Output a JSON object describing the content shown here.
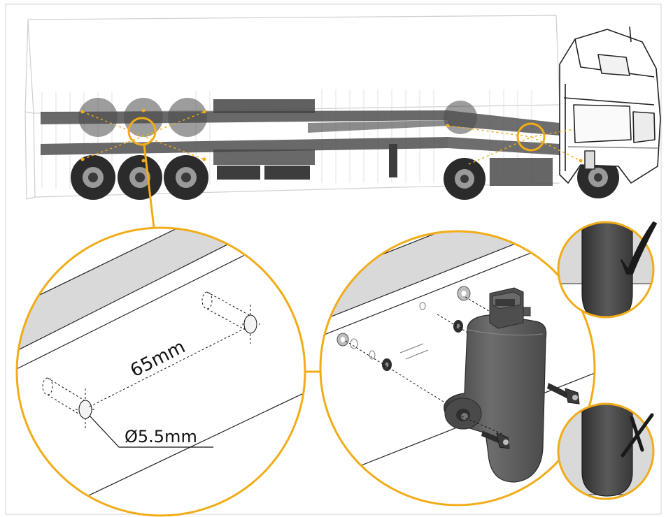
{
  "labels": {
    "spacing": "65mm",
    "hole_diameter": "Ø5.5mm"
  },
  "indicators": {
    "correct": "check-mark",
    "incorrect": "cross-mark"
  },
  "colors": {
    "accent": "#f2ac18",
    "chassis": "#4f4f4f",
    "wheel": "#2b2b2b",
    "sensor": "#5d5d5d",
    "cab_line": "#222222",
    "trailer_outline": "#cfcfcf",
    "band": "#d9d9d9"
  }
}
